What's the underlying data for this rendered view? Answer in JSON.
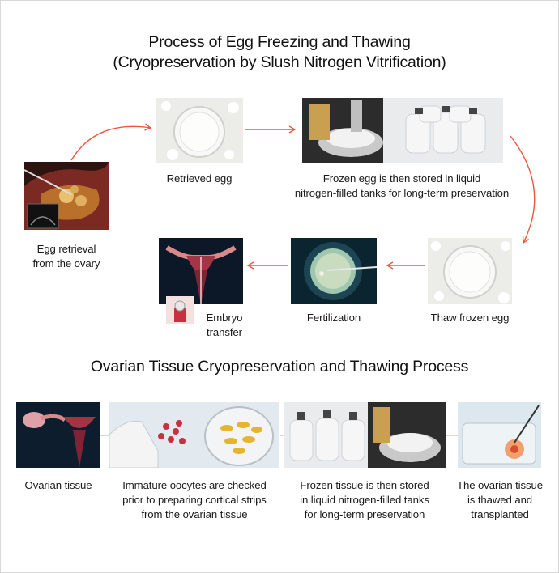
{
  "section1": {
    "title_line1": "Process of Egg Freezing and Thawing",
    "title_line2": "(Cryopreservation by Slush Nitrogen Vitrification)",
    "steps": {
      "retrieval": [
        "Egg retrieval",
        "from the ovary"
      ],
      "retrieved": [
        "Retrieved egg"
      ],
      "stored": [
        "Frozen egg is then stored in liquid",
        "nitrogen-filled tanks for long-term preservation"
      ],
      "thaw": [
        "Thaw frozen egg"
      ],
      "fertilization": [
        "Fertilization"
      ],
      "transfer": [
        "Embryo",
        "transfer"
      ]
    }
  },
  "section2": {
    "title": "Ovarian Tissue Cryopreservation and Thawing Process",
    "steps": {
      "tissue": [
        "Ovarian tissue"
      ],
      "checked": [
        "Immature oocytes are checked",
        "prior to preparing cortical strips",
        "from the ovarian tissue"
      ],
      "stored": [
        "Frozen tissue is then stored",
        "in liquid nitrogen-filled tanks",
        "for long-term preservation"
      ],
      "thawed": [
        "The ovarian tissue",
        "is thawed and",
        "transplanted"
      ]
    }
  },
  "colors": {
    "arrow": "#f0563f",
    "connector": "#f4a99c"
  }
}
